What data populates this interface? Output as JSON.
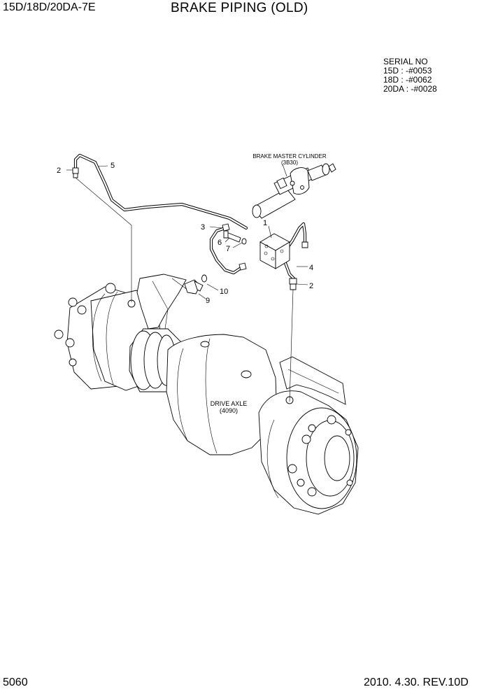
{
  "header": {
    "model": "15D/18D/20DA-7E",
    "title": "BRAKE PIPING (OLD)"
  },
  "serial": {
    "heading": "SERIAL NO",
    "lines": [
      "15D : -#0053",
      "18D : -#0062",
      "20DA : -#0028"
    ]
  },
  "labels": {
    "master_cylinder_name": "BRAKE MASTER CYLINDER",
    "master_cylinder_code": "(3B30)",
    "drive_axle_name": "DRIVE AXLE",
    "drive_axle_code": "(4090)"
  },
  "callouts": {
    "c1": "1",
    "c2_left": "2",
    "c2_right": "2",
    "c3": "3",
    "c4": "4",
    "c5": "5",
    "c6": "6",
    "c7": "7",
    "c9": "9",
    "c10": "10"
  },
  "footer": {
    "page": "5060",
    "date_rev": "2010. 4.30.  REV.10D"
  }
}
